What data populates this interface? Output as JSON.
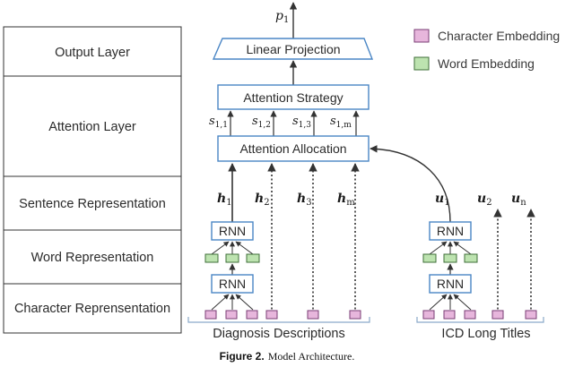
{
  "layers": [
    "Output Layer",
    "Attention Layer",
    "Sentence Representation",
    "Word Representation",
    "Character Reprensentation"
  ],
  "boxes": {
    "linear_projection": "Linear Projection",
    "attention_strategy": "Attention Strategy",
    "attention_allocation": "Attention Allocation",
    "rnn": "RNN"
  },
  "output_symbol": {
    "base": "p",
    "sub": "1"
  },
  "attention_scores": [
    {
      "base": "s",
      "sub": "1,1"
    },
    {
      "base": "s",
      "sub": "1,2"
    },
    {
      "base": "s",
      "sub": "1,3"
    },
    {
      "base": "s",
      "sub": "1,m"
    }
  ],
  "hidden_states": [
    {
      "base": "h",
      "sub": "1"
    },
    {
      "base": "h",
      "sub": "2"
    },
    {
      "base": "h",
      "sub": "3"
    },
    {
      "base": "h",
      "sub": "m"
    }
  ],
  "title_states": [
    {
      "base": "u",
      "sub": "1"
    },
    {
      "base": "u",
      "sub": "2"
    },
    {
      "base": "u",
      "sub": "n"
    }
  ],
  "legend": [
    {
      "label": "Character Embedding",
      "color": "#e7b6dc"
    },
    {
      "label": "Word Embedding",
      "color": "#bde3b0"
    }
  ],
  "inputs": {
    "diagnosis": "Diagnosis Descriptions",
    "icd": "ICD Long Titles"
  },
  "caption": {
    "label": "Figure 2.",
    "text": "Model Architecture."
  },
  "colors": {
    "box_border": "#4a86c5",
    "char_embedding": "#e7b6dc",
    "char_embedding_border": "#7a3d74",
    "word_embedding": "#bde3b0",
    "word_embedding_border": "#3f6f38",
    "line": "#333333"
  }
}
